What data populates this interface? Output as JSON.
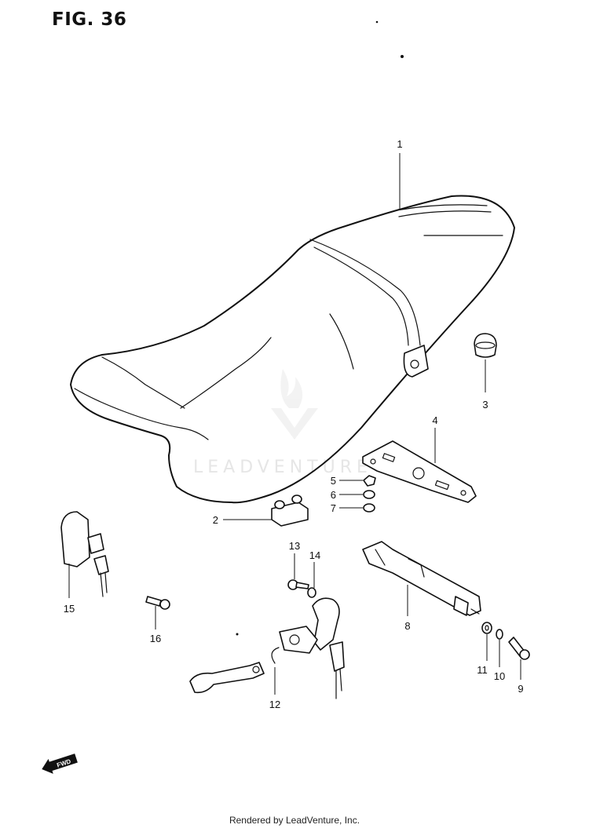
{
  "figure": {
    "title": "FIG. 36"
  },
  "callouts": [
    {
      "id": "1",
      "label": "1"
    },
    {
      "id": "2",
      "label": "2"
    },
    {
      "id": "3",
      "label": "3"
    },
    {
      "id": "4",
      "label": "4"
    },
    {
      "id": "5",
      "label": "5"
    },
    {
      "id": "6",
      "label": "6"
    },
    {
      "id": "7",
      "label": "7"
    },
    {
      "id": "8",
      "label": "8"
    },
    {
      "id": "9",
      "label": "9"
    },
    {
      "id": "10",
      "label": "10"
    },
    {
      "id": "11",
      "label": "11"
    },
    {
      "id": "12",
      "label": "12"
    },
    {
      "id": "13",
      "label": "13"
    },
    {
      "id": "14",
      "label": "14"
    },
    {
      "id": "15",
      "label": "15"
    },
    {
      "id": "16",
      "label": "16"
    }
  ],
  "watermark": {
    "text": "LEADVENTURE"
  },
  "fwd_badge": {
    "text": "FWD"
  },
  "footer": {
    "text": "Rendered by LeadVenture, Inc."
  }
}
